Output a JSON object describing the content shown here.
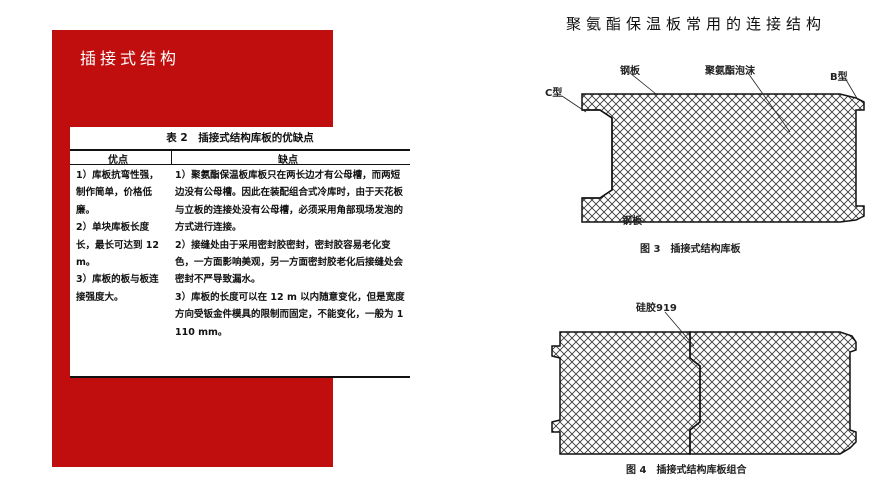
{
  "slide_title": "聚氨酯保温板常用的连接结构",
  "panel_heading": "插接式结构",
  "table": {
    "caption": "表 2　插接式结构库板的优缺点",
    "col_pros": "优点",
    "col_cons": "缺点",
    "pros": [
      "1）库板抗弯性强，制作简单，价格低廉。",
      "2）单块库板长度长，最长可达到 12 m。",
      "3）库板的板与板连接强度大。"
    ],
    "cons": [
      "1）聚氨酯保温板库板只在两长边才有公母槽，而两短边没有公母槽。因此在装配组合式冷库时，由于天花板与立板的连接处没有公母槽，必须采用角部现场发泡的方式进行连接。",
      "2）接缝处由于采用密封胶密封，密封胶容易老化变色，一方面影响美观，另一方面密封胶老化后接缝处会密封不严导致漏水。",
      "3）库板的长度可以在 12 m 以内随意变化，但是宽度方向受钣金件模具的限制而固定，不能变化，一般为 1 110 mm。"
    ]
  },
  "figure3": {
    "caption": "图 3　插接式结构库板",
    "label_c": "C型",
    "label_steel_top": "钢板",
    "label_foam": "聚氨酯泡沫",
    "label_b": "B型",
    "label_steel_bottom": "钢板"
  },
  "figure4": {
    "caption": "图 4　插接式结构库板组合",
    "label_sealant": "硅胶919"
  }
}
